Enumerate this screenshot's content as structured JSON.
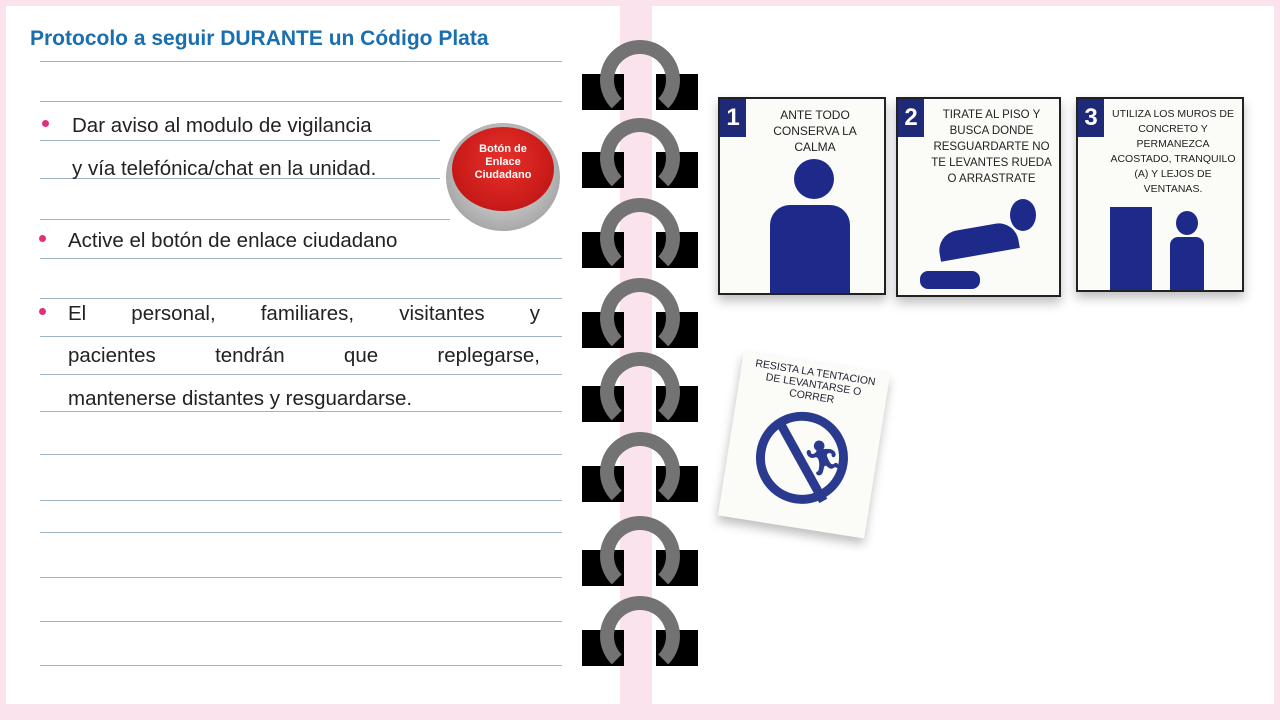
{
  "title": "Protocolo a seguir DURANTE un Código Plata",
  "bullets": [
    {
      "line1": "Dar aviso al modulo de vigilancia",
      "line2": "y vía telefónica/chat en la unidad."
    },
    {
      "line1": "Active el botón de enlace ciudadano"
    },
    {
      "line1": "El personal, familiares, visitantes y",
      "line2": "pacientes tendrán que replegarse,",
      "line3": "mantenerse distantes y resguardarse."
    }
  ],
  "button_image": {
    "label": "Botón de Enlace Ciudadano",
    "color": "#d4201c"
  },
  "signs": [
    {
      "number": "1",
      "text": "ANTE TODO CONSERVA LA CALMA"
    },
    {
      "number": "2",
      "text": "TIRATE AL PISO Y BUSCA DONDE RESGUARDARTE NO TE LEVANTES RUEDA O ARRASTRATE"
    },
    {
      "number": "3",
      "text": "UTILIZA LOS MUROS DE CONCRETO Y PERMANEZCA ACOSTADO, TRANQUILO (A) Y LEJOS DE VENTANAS."
    }
  ],
  "warning_sign": {
    "text": "RESISTA LA TENTACION DE LEVANTARSE O CORRER",
    "icon": "no-running-icon"
  },
  "colors": {
    "title": "#1a6fb0",
    "bullet": "#e0307a",
    "sign_blue": "#1e2a78",
    "background": "#fbe3ee"
  }
}
